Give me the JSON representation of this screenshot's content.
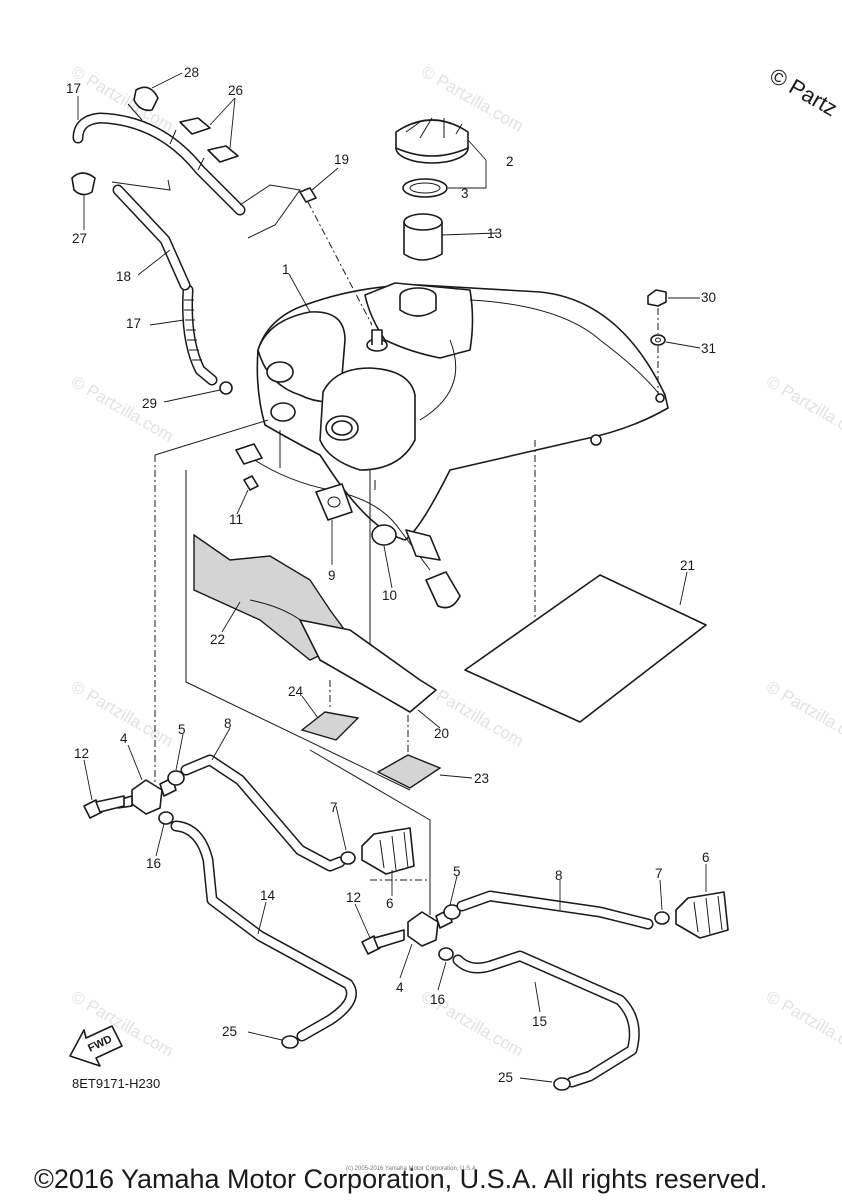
{
  "watermark": "© Partzilla.com",
  "corner_watermark": "© Partz",
  "fwd_label": "FWD",
  "diagram_code": "8ET9171-H230",
  "small_copyright": "(c) 2005-2016 Yamaha Motor Corporation, U.S.A.",
  "copyright": "©2016 Yamaha Motor Corporation, U.S.A. All rights reserved.",
  "callouts": [
    "1",
    "2",
    "3",
    "4",
    "4",
    "5",
    "5",
    "6",
    "6",
    "7",
    "7",
    "8",
    "8",
    "9",
    "10",
    "11",
    "12",
    "12",
    "13",
    "14",
    "15",
    "16",
    "16",
    "17",
    "17",
    "18",
    "19",
    "20",
    "21",
    "22",
    "23",
    "24",
    "25",
    "25",
    "26",
    "27",
    "28",
    "29",
    "30",
    "31"
  ]
}
